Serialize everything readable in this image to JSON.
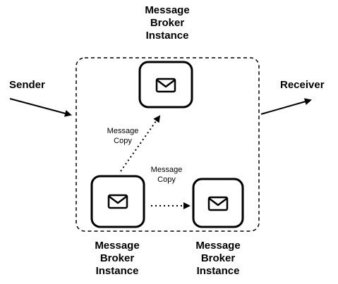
{
  "nodes": {
    "top": {
      "lines": [
        "Message",
        "Broker",
        "Instance"
      ],
      "icon": "envelope-icon"
    },
    "bottom_left": {
      "lines": [
        "Message",
        "Broker",
        "Instance"
      ],
      "icon": "envelope-icon"
    },
    "bottom_right": {
      "lines": [
        "Message",
        "Broker",
        "Instance"
      ],
      "icon": "envelope-icon"
    }
  },
  "sender": "Sender",
  "receiver": "Receiver",
  "edges": {
    "copy_to_top": [
      "Message",
      "Copy"
    ],
    "copy_to_right": [
      "Message",
      "Copy"
    ]
  },
  "colors": {
    "stroke": "#000000",
    "background": "#ffffff"
  }
}
